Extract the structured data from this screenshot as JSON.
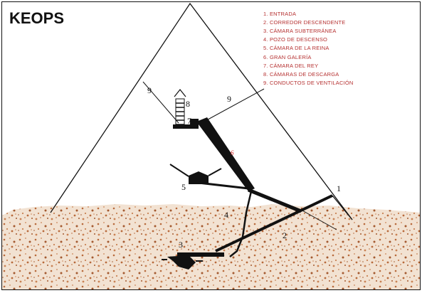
{
  "title": "KEOPS",
  "legend": [
    "1. ENTRADA",
    "2. CORREDOR DESCENDENTE",
    "3. CÁMARA SUBTERRÁNEA",
    "4. POZO DE DESCENSO",
    "5. CÁMARA DE LA REINA",
    "6. GRAN GALERÍA",
    "7. CÁMARA DEL REY",
    "8. CÁMARAS DE DESCARGA",
    "9. CONDUCTOS DE VENTILACIÓN"
  ],
  "markers": {
    "entrance": "1",
    "descending_corridor": "2",
    "subterranean_chamber": "3",
    "well_shaft": "4",
    "queens_chamber": "5",
    "grand_gallery": "6",
    "kings_chamber": "7",
    "relieving_chambers": "8",
    "vent_left": "9",
    "vent_right": "9"
  },
  "colors": {
    "ink": "#111111",
    "legend_text": "#b53030",
    "rock_base": "#f2e2d2",
    "rock_speckle": "#b86a3c",
    "gallery_marker": "#d02020"
  }
}
